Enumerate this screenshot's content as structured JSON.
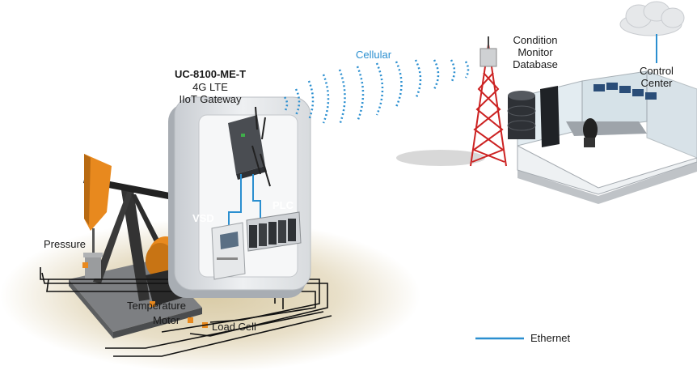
{
  "gateway": {
    "model": "UC-8100-ME-T",
    "line1": "4G LTE",
    "line2": "IIoT Gateway"
  },
  "wireless_label": "Cellular",
  "database": {
    "line1": "Condition",
    "line2": "Monitor",
    "line3": "Database"
  },
  "control_center": {
    "line1": "Control",
    "line2": "Center"
  },
  "cabinet_labels": {
    "vsd": "VSD",
    "plc": "PLC"
  },
  "sensors": {
    "pressure": "Pressure",
    "temperature": "Temperature",
    "motor": "Motor",
    "load_cell": "Load Cell"
  },
  "legend": {
    "ethernet": "Ethernet"
  },
  "colors": {
    "ethernet": "#2b8fd0",
    "signal": "#2b8fd0",
    "pumpjack": "#e8891e",
    "tower": "#cc2222",
    "sand": "#e2d6b8"
  }
}
